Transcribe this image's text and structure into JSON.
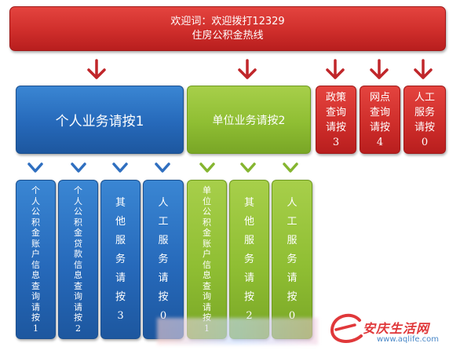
{
  "header": {
    "line1": "欢迎词：欢迎拨打12329",
    "line2": "住房公积金热线"
  },
  "personal": {
    "label": "个人业务请按1",
    "subs": [
      {
        "text": "个人公积金账户信息查询请按1"
      },
      {
        "text": "个人公积金贷款信息查询请按2"
      },
      {
        "text": "其他服务请按3"
      },
      {
        "text": "人工服务请按0"
      }
    ]
  },
  "company": {
    "label": "单位业务请按2",
    "subs": [
      {
        "text": "单位公积金账户信息查询请按1"
      },
      {
        "text": "其他服务请按2"
      },
      {
        "text": "人工服务请按0"
      }
    ]
  },
  "others": [
    {
      "text": "政策查询请按3"
    },
    {
      "text": "网点查询请按4"
    },
    {
      "text": "人工服务请按0"
    }
  ],
  "watermark": {
    "brand": "安庆生活网",
    "url": "www.aqlife.com"
  },
  "colors": {
    "red": "#cf2e2b",
    "blue": "#2669ba",
    "green": "#8fbe33",
    "red_arrow": "#c0262a",
    "blue_chevron": "#2f6fc0",
    "green_chevron": "#85b530"
  }
}
